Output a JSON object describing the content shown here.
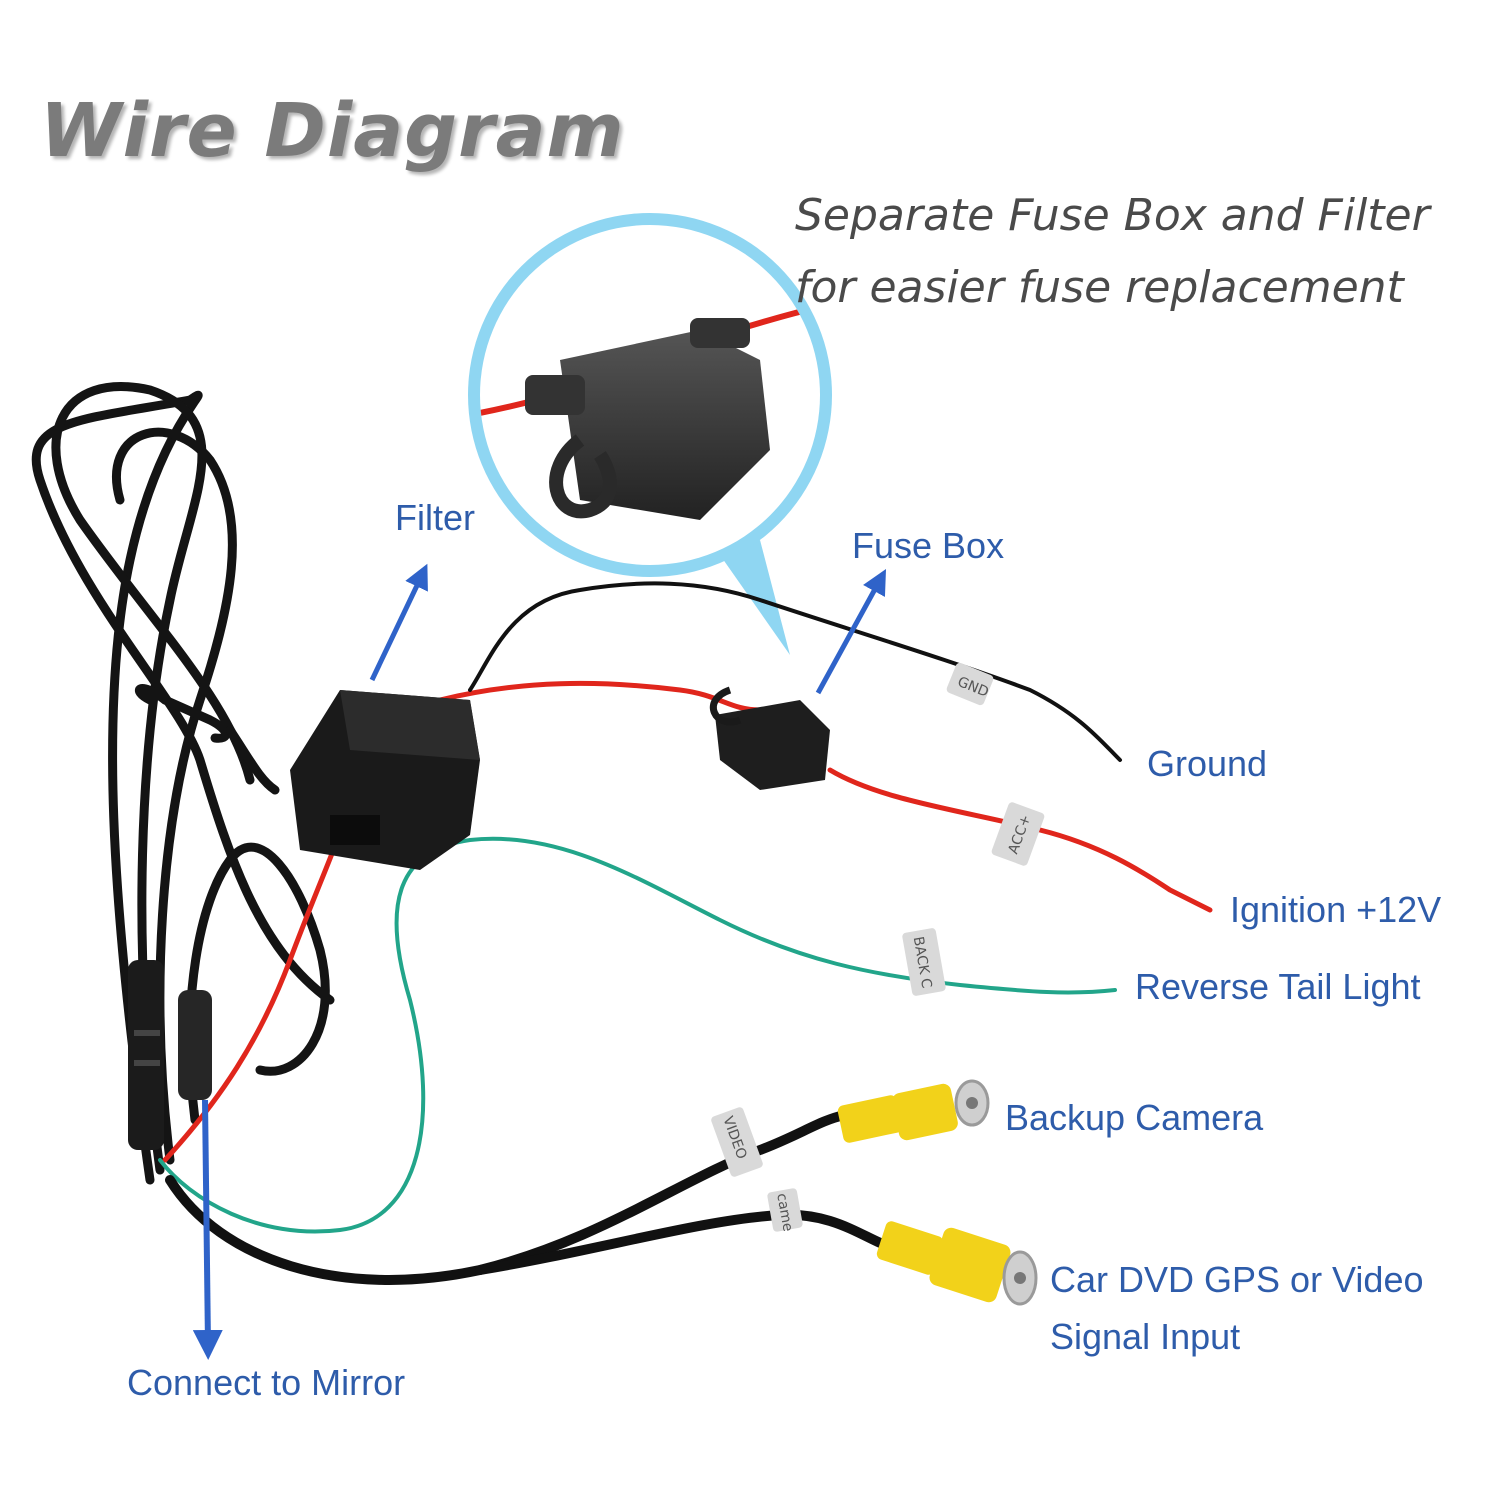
{
  "title": "Wire Diagram",
  "subtitle": {
    "line1": "Separate Fuse Box and Filter",
    "line2": "for easier fuse replacement"
  },
  "labels": {
    "filter": "Filter",
    "fuse_box": "Fuse Box",
    "ground": "Ground",
    "ignition": "Ignition +12V",
    "reverse": "Reverse Tail Light",
    "backup_camera": "Backup Camera",
    "dvd_line1": "Car DVD GPS or Video",
    "dvd_line2": "Signal Input",
    "mirror": "Connect to Mirror"
  },
  "wire_tags": {
    "acc": "ACC+",
    "back": "BACK C",
    "video": "VIDEO",
    "gnd": "GND",
    "camera": "came"
  },
  "colors": {
    "arrow": "#2f63c9",
    "label_text": "#2e5caa",
    "callout": "#8fd6f2",
    "wire_red": "#e0261c",
    "wire_green": "#22a58a",
    "wire_black": "#111111",
    "rca_yellow": "#f2d21a"
  }
}
